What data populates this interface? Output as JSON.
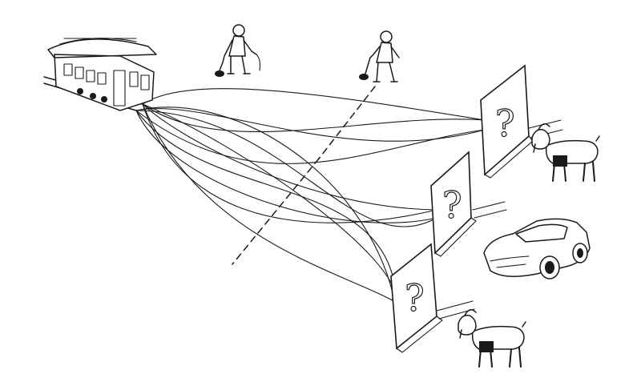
{
  "illustration": {
    "scene": "trolley-problem-monty-hall",
    "colors": {
      "ink": "#1a1a1a",
      "paper": "#ffffff"
    },
    "doors": [
      {
        "label": "?",
        "behind": "goat"
      },
      {
        "label": "?",
        "behind": "car"
      },
      {
        "label": "?",
        "behind": "goat"
      }
    ],
    "lever_operators": 2,
    "vehicles": [
      "trolley"
    ],
    "icons": [
      "trolley-icon",
      "lever-person-icon",
      "door-icon",
      "goat-icon",
      "sports-car-icon"
    ]
  }
}
